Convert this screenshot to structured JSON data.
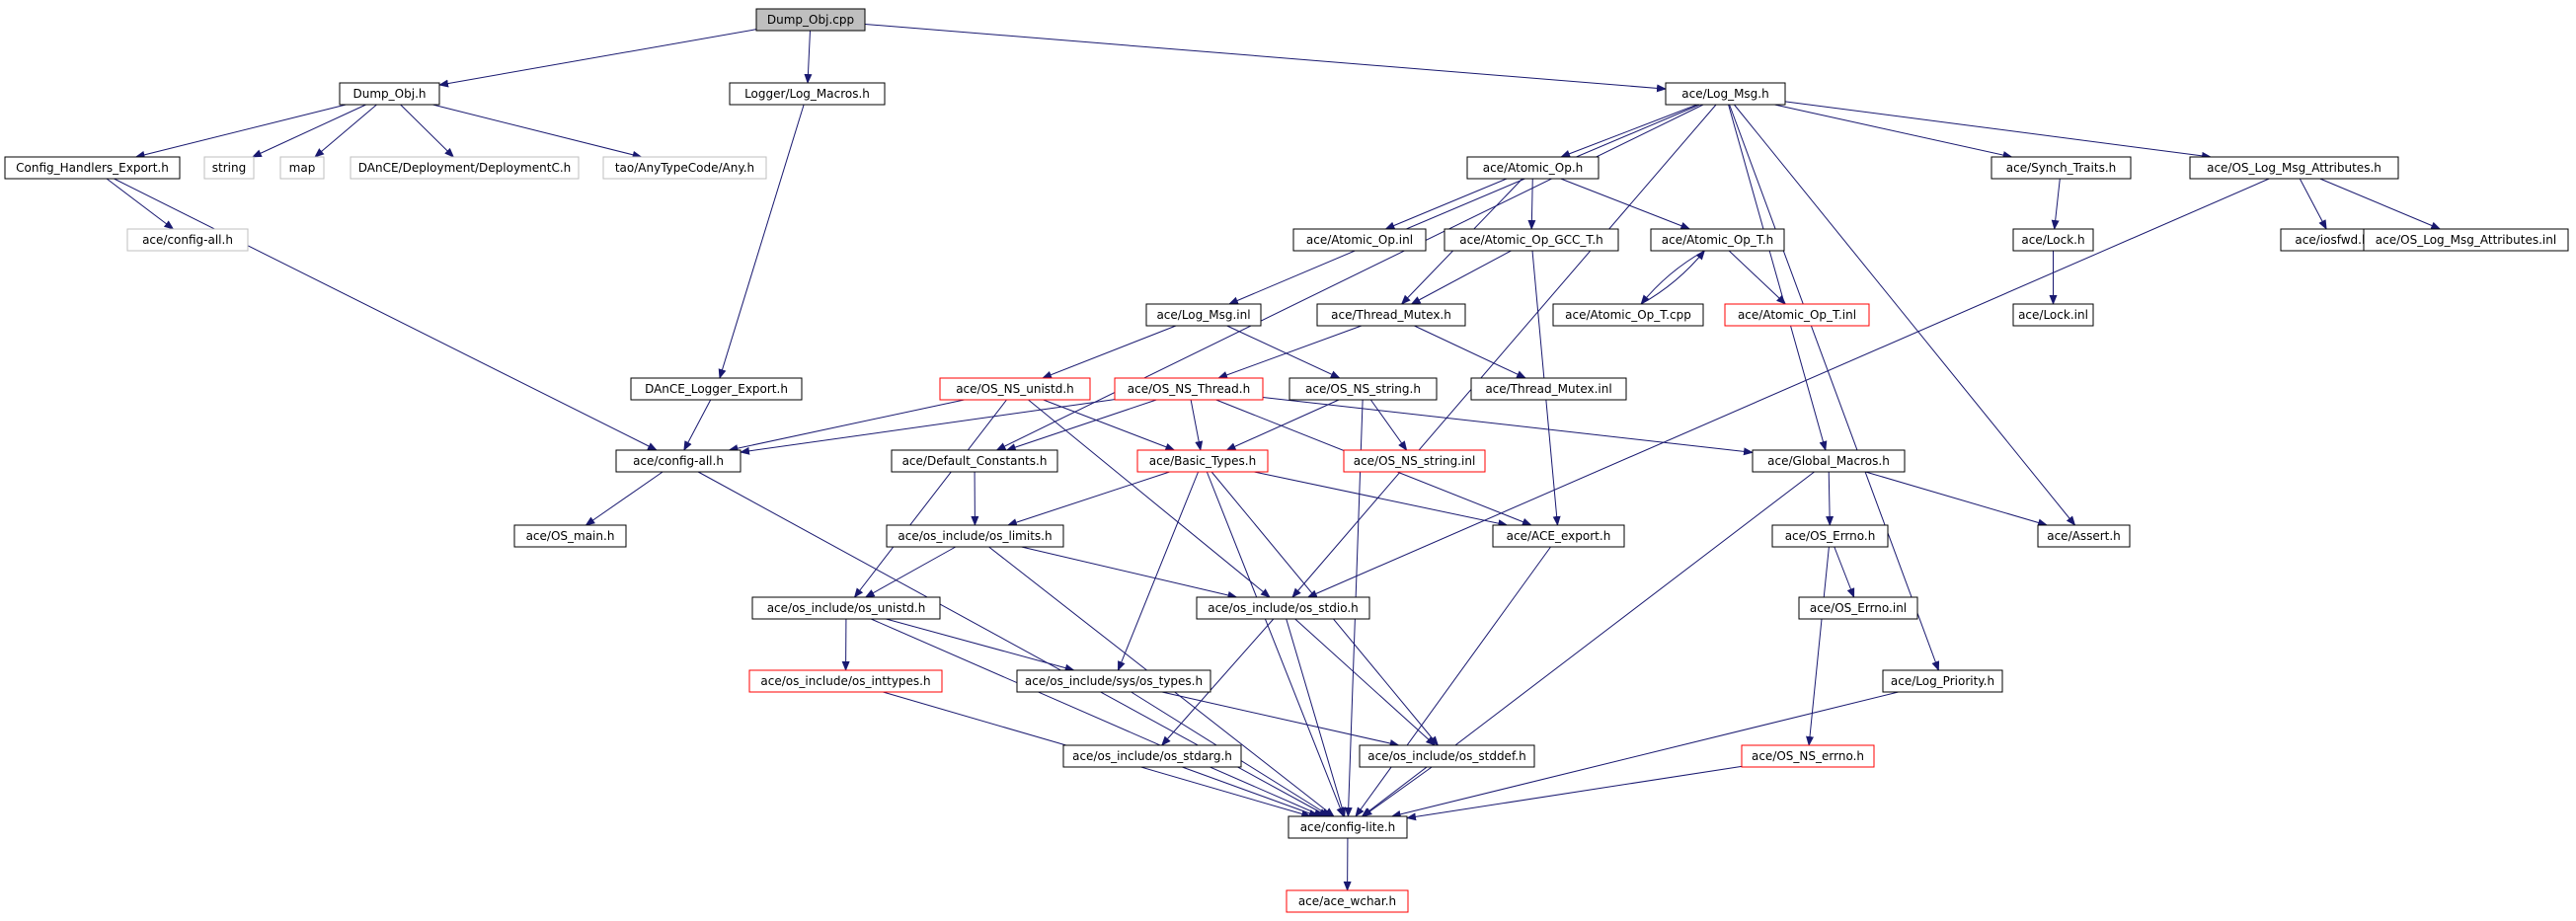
{
  "colors": {
    "edge": "#191970",
    "node_border_default": "#000000",
    "node_border_missing": "#bfbfbf",
    "node_border_truncated": "#ff0000",
    "node_fill_root": "#bfbfbf",
    "node_fill": "#ffffff",
    "text": "#000000"
  },
  "nodes": [
    {
      "id": "n0",
      "label": "Dump_Obj.cpp",
      "style": "root"
    },
    {
      "id": "n1",
      "label": "Dump_Obj.h",
      "style": "normal"
    },
    {
      "id": "n2",
      "label": "Logger/Log_Macros.h",
      "style": "normal"
    },
    {
      "id": "n3",
      "label": "ace/Log_Msg.h",
      "style": "normal"
    },
    {
      "id": "n4",
      "label": "Config_Handlers_Export.h",
      "style": "normal"
    },
    {
      "id": "n5",
      "label": "string",
      "style": "missing"
    },
    {
      "id": "n6",
      "label": "map",
      "style": "missing"
    },
    {
      "id": "n7",
      "label": "DAnCE/Deployment/DeploymentC.h",
      "style": "missing"
    },
    {
      "id": "n8",
      "label": "tao/AnyTypeCode/Any.h",
      "style": "missing"
    },
    {
      "id": "n9",
      "label": "ace/config-all.h",
      "style": "missing"
    },
    {
      "id": "n10",
      "label": "ace/Atomic_Op.h",
      "style": "normal"
    },
    {
      "id": "n11",
      "label": "ace/Synch_Traits.h",
      "style": "normal"
    },
    {
      "id": "n12",
      "label": "ace/OS_Log_Msg_Attributes.h",
      "style": "normal"
    },
    {
      "id": "n13",
      "label": "ace/Atomic_Op.inl",
      "style": "normal"
    },
    {
      "id": "n14",
      "label": "ace/Atomic_Op_GCC_T.h",
      "style": "normal"
    },
    {
      "id": "n15",
      "label": "ace/Atomic_Op_T.h",
      "style": "normal"
    },
    {
      "id": "n16",
      "label": "ace/Lock.h",
      "style": "normal"
    },
    {
      "id": "n17",
      "label": "ace/iosfwd.h",
      "style": "normal"
    },
    {
      "id": "n18",
      "label": "ace/OS_Log_Msg_Attributes.inl",
      "style": "normal"
    },
    {
      "id": "n19",
      "label": "ace/Log_Msg.inl",
      "style": "normal"
    },
    {
      "id": "n20",
      "label": "ace/Thread_Mutex.h",
      "style": "normal"
    },
    {
      "id": "n21",
      "label": "ace/Atomic_Op_T.cpp",
      "style": "normal"
    },
    {
      "id": "n22",
      "label": "ace/Atomic_Op_T.inl",
      "style": "truncated"
    },
    {
      "id": "n23",
      "label": "ace/Lock.inl",
      "style": "normal"
    },
    {
      "id": "n24",
      "label": "DAnCE_Logger_Export.h",
      "style": "normal"
    },
    {
      "id": "n25",
      "label": "ace/OS_NS_unistd.h",
      "style": "truncated"
    },
    {
      "id": "n26",
      "label": "ace/OS_NS_Thread.h",
      "style": "truncated"
    },
    {
      "id": "n27",
      "label": "ace/OS_NS_string.h",
      "style": "normal"
    },
    {
      "id": "n28",
      "label": "ace/Thread_Mutex.inl",
      "style": "normal"
    },
    {
      "id": "n29",
      "label": "ace/config-all.h",
      "style": "normal"
    },
    {
      "id": "n30",
      "label": "ace/Default_Constants.h",
      "style": "normal"
    },
    {
      "id": "n31",
      "label": "ace/Basic_Types.h",
      "style": "truncated"
    },
    {
      "id": "n32",
      "label": "ace/OS_NS_string.inl",
      "style": "truncated"
    },
    {
      "id": "n33",
      "label": "ace/Global_Macros.h",
      "style": "normal"
    },
    {
      "id": "n34",
      "label": "ace/OS_main.h",
      "style": "normal"
    },
    {
      "id": "n35",
      "label": "ace/os_include/os_limits.h",
      "style": "normal"
    },
    {
      "id": "n36",
      "label": "ace/ACE_export.h",
      "style": "normal"
    },
    {
      "id": "n37",
      "label": "ace/OS_Errno.h",
      "style": "normal"
    },
    {
      "id": "n38",
      "label": "ace/Assert.h",
      "style": "normal"
    },
    {
      "id": "n39",
      "label": "ace/os_include/os_unistd.h",
      "style": "normal"
    },
    {
      "id": "n40",
      "label": "ace/os_include/os_stdio.h",
      "style": "normal"
    },
    {
      "id": "n41",
      "label": "ace/OS_Errno.inl",
      "style": "normal"
    },
    {
      "id": "n42",
      "label": "ace/os_include/os_inttypes.h",
      "style": "truncated"
    },
    {
      "id": "n43",
      "label": "ace/os_include/sys/os_types.h",
      "style": "normal"
    },
    {
      "id": "n44",
      "label": "ace/Log_Priority.h",
      "style": "normal"
    },
    {
      "id": "n45",
      "label": "ace/os_include/os_stdarg.h",
      "style": "normal"
    },
    {
      "id": "n46",
      "label": "ace/os_include/os_stddef.h",
      "style": "normal"
    },
    {
      "id": "n47",
      "label": "ace/OS_NS_errno.h",
      "style": "truncated"
    },
    {
      "id": "n48",
      "label": "ace/config-lite.h",
      "style": "normal"
    },
    {
      "id": "n49",
      "label": "ace/ace_wchar.h",
      "style": "truncated"
    }
  ],
  "edges": [
    [
      "n0",
      "n1"
    ],
    [
      "n0",
      "n2"
    ],
    [
      "n0",
      "n3"
    ],
    [
      "n1",
      "n4"
    ],
    [
      "n1",
      "n5"
    ],
    [
      "n1",
      "n6"
    ],
    [
      "n1",
      "n7"
    ],
    [
      "n1",
      "n8"
    ],
    [
      "n4",
      "n9"
    ],
    [
      "n4",
      "n29"
    ],
    [
      "n2",
      "n24"
    ],
    [
      "n24",
      "n29"
    ],
    [
      "n3",
      "n10"
    ],
    [
      "n3",
      "n11"
    ],
    [
      "n3",
      "n12"
    ],
    [
      "n3",
      "n19"
    ],
    [
      "n3",
      "n30"
    ],
    [
      "n3",
      "n40"
    ],
    [
      "n3",
      "n33"
    ],
    [
      "n3",
      "n44"
    ],
    [
      "n3",
      "n38"
    ],
    [
      "n10",
      "n13"
    ],
    [
      "n10",
      "n14"
    ],
    [
      "n10",
      "n15"
    ],
    [
      "n10",
      "n20"
    ],
    [
      "n14",
      "n20"
    ],
    [
      "n14",
      "n36"
    ],
    [
      "n15",
      "n21"
    ],
    [
      "n21",
      "n15"
    ],
    [
      "n15",
      "n22"
    ],
    [
      "n11",
      "n16"
    ],
    [
      "n16",
      "n23"
    ],
    [
      "n12",
      "n17"
    ],
    [
      "n12",
      "n18"
    ],
    [
      "n12",
      "n40"
    ],
    [
      "n19",
      "n25"
    ],
    [
      "n19",
      "n27"
    ],
    [
      "n20",
      "n26"
    ],
    [
      "n20",
      "n28"
    ],
    [
      "n25",
      "n29"
    ],
    [
      "n25",
      "n31"
    ],
    [
      "n25",
      "n39"
    ],
    [
      "n25",
      "n40"
    ],
    [
      "n26",
      "n29"
    ],
    [
      "n26",
      "n30"
    ],
    [
      "n26",
      "n31"
    ],
    [
      "n26",
      "n33"
    ],
    [
      "n26",
      "n36"
    ],
    [
      "n27",
      "n31"
    ],
    [
      "n27",
      "n32"
    ],
    [
      "n27",
      "n48"
    ],
    [
      "n29",
      "n34"
    ],
    [
      "n29",
      "n48"
    ],
    [
      "n30",
      "n35"
    ],
    [
      "n31",
      "n35"
    ],
    [
      "n31",
      "n36"
    ],
    [
      "n31",
      "n43"
    ],
    [
      "n31",
      "n46"
    ],
    [
      "n31",
      "n48"
    ],
    [
      "n33",
      "n37"
    ],
    [
      "n33",
      "n38"
    ],
    [
      "n33",
      "n48"
    ],
    [
      "n35",
      "n39"
    ],
    [
      "n35",
      "n40"
    ],
    [
      "n35",
      "n48"
    ],
    [
      "n36",
      "n48"
    ],
    [
      "n37",
      "n41"
    ],
    [
      "n37",
      "n47"
    ],
    [
      "n39",
      "n42"
    ],
    [
      "n39",
      "n43"
    ],
    [
      "n39",
      "n48"
    ],
    [
      "n40",
      "n45"
    ],
    [
      "n40",
      "n46"
    ],
    [
      "n40",
      "n48"
    ],
    [
      "n42",
      "n48"
    ],
    [
      "n43",
      "n46"
    ],
    [
      "n43",
      "n48"
    ],
    [
      "n44",
      "n48"
    ],
    [
      "n45",
      "n48"
    ],
    [
      "n46",
      "n48"
    ],
    [
      "n47",
      "n48"
    ],
    [
      "n48",
      "n49"
    ]
  ]
}
